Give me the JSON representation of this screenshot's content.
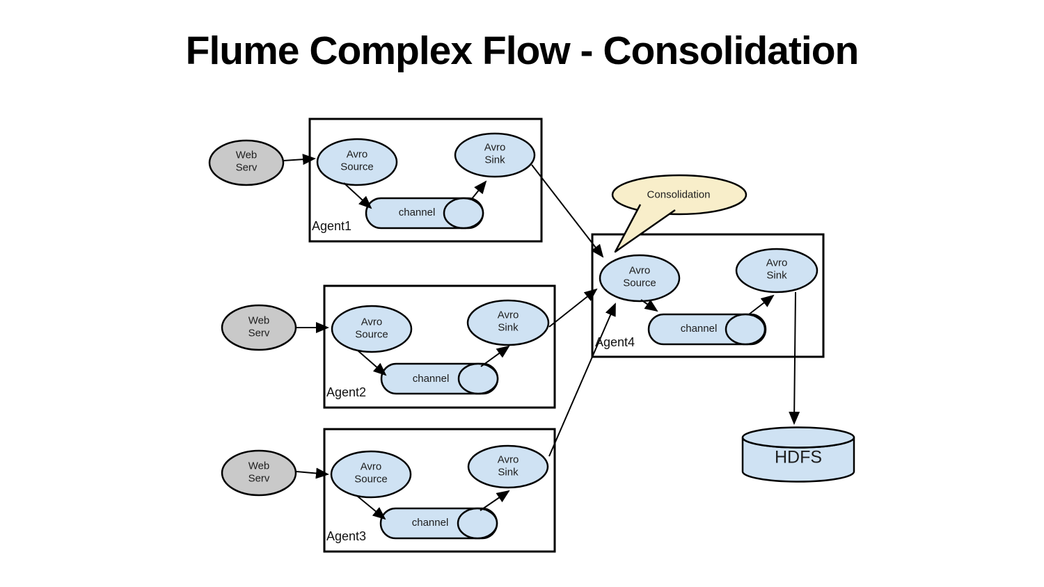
{
  "title": "Flume Complex Flow - Consolidation",
  "colors": {
    "node_fill": "#cfe2f3",
    "webserv_fill": "#c9c9c9",
    "callout_fill": "#f8eeca",
    "stroke": "#000000",
    "text": "#1d1d1d"
  },
  "callout": {
    "label": "Consolidation"
  },
  "storage": {
    "label": "HDFS"
  },
  "agents": [
    {
      "label": "Agent1",
      "web_server": "Web\nServ",
      "source": "Avro\nSource",
      "sink": "Avro\nSink",
      "channel": "channel"
    },
    {
      "label": "Agent2",
      "web_server": "Web\nServ",
      "source": "Avro\nSource",
      "sink": "Avro\nSink",
      "channel": "channel"
    },
    {
      "label": "Agent3",
      "web_server": "Web\nServ",
      "source": "Avro\nSource",
      "sink": "Avro\nSink",
      "channel": "channel"
    },
    {
      "label": "Agent4",
      "source": "Avro\nSource",
      "sink": "Avro\nSink",
      "channel": "channel"
    }
  ]
}
